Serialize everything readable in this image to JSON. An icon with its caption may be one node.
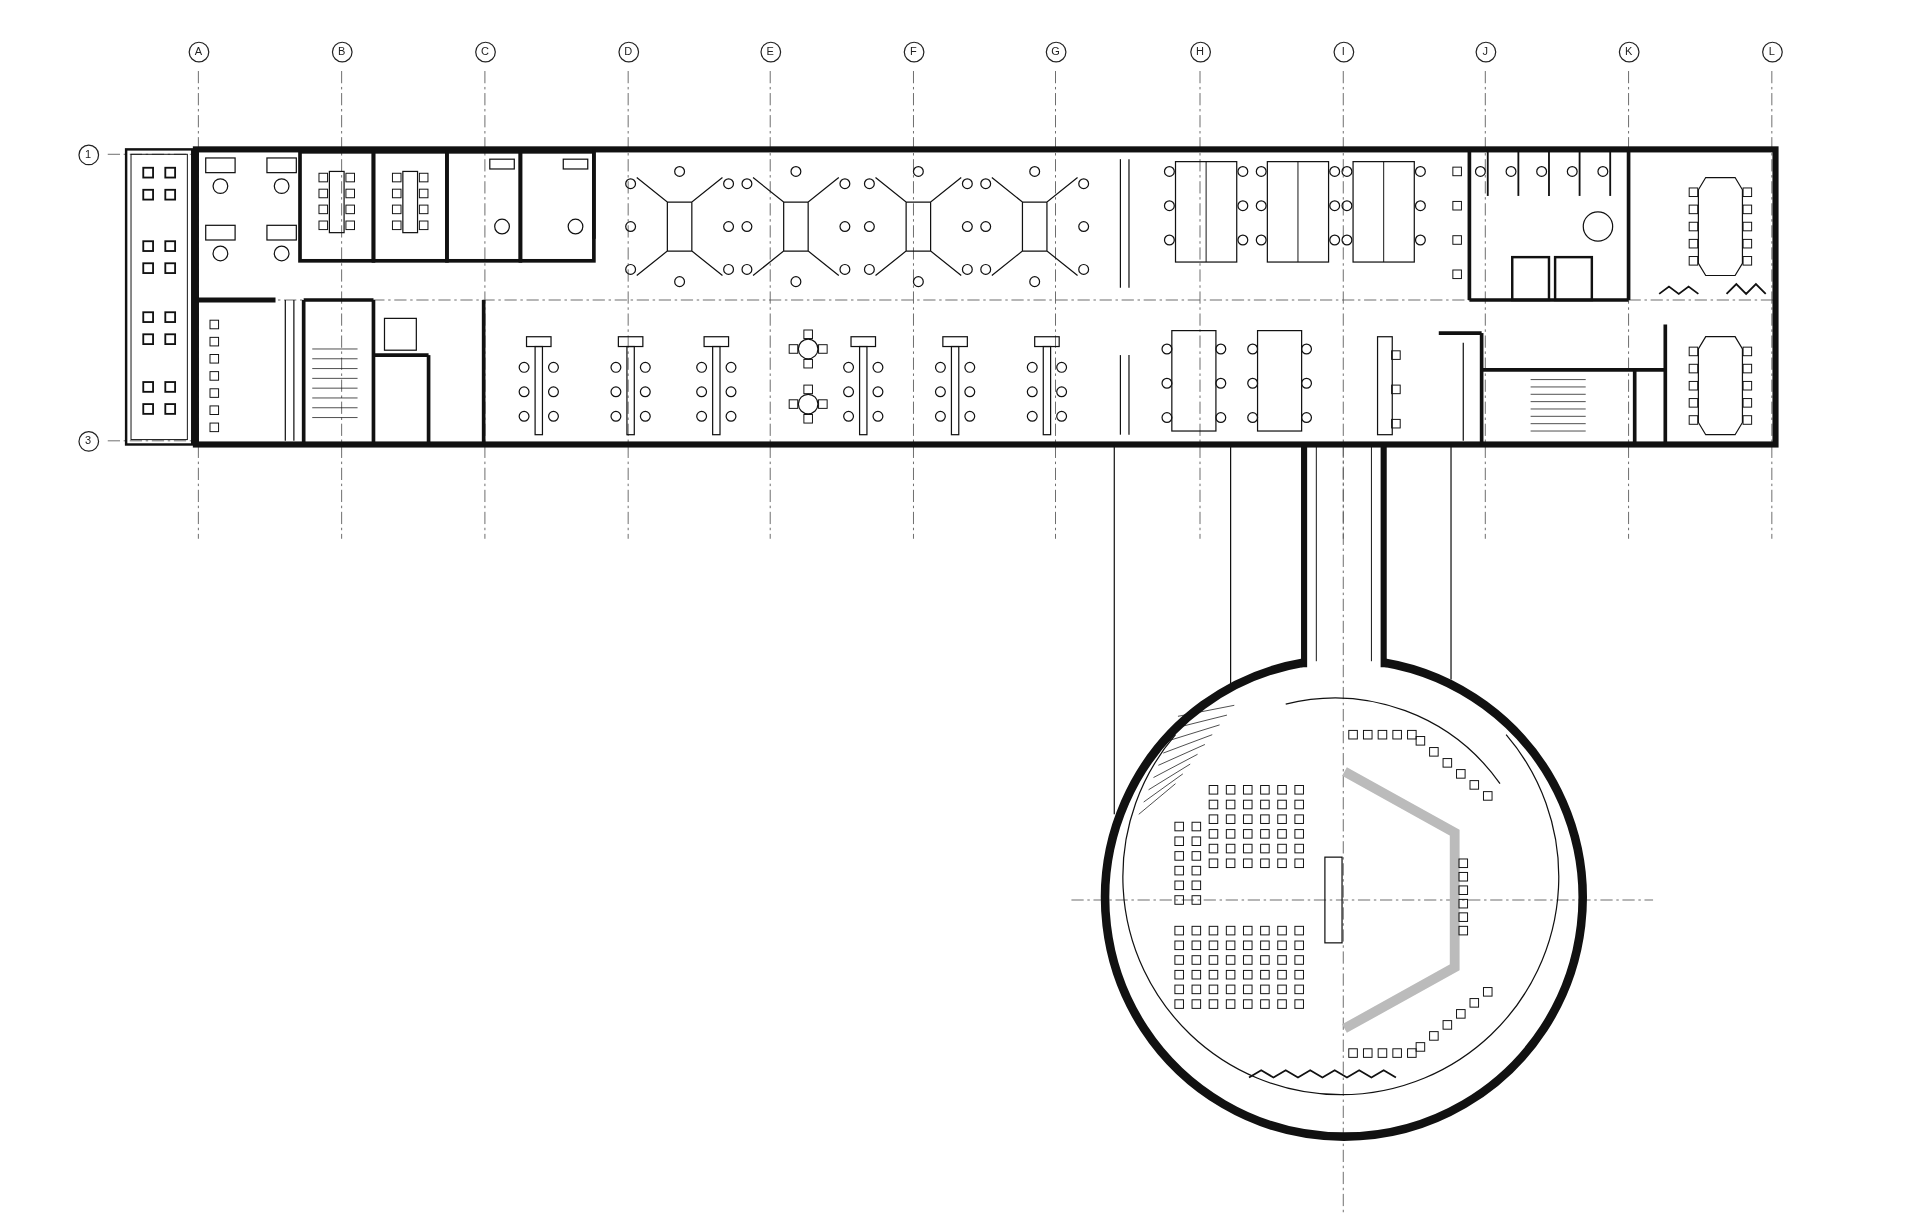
{
  "diagram": {
    "labels": [
      "A",
      "B",
      "C",
      "D",
      "E",
      "F",
      "G",
      "H",
      "I",
      "J",
      "K",
      "L",
      "1",
      "3"
    ]
  }
}
